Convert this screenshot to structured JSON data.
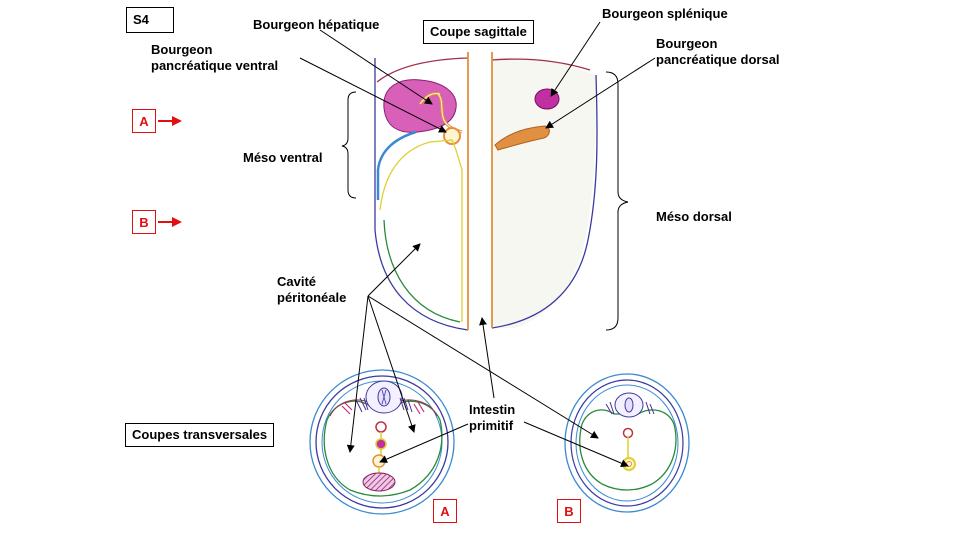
{
  "slide_tag": "S4",
  "title_sagittal": "Coupe sagittale",
  "title_transverse": "Coupes transversales",
  "labels": {
    "hepatic_bud": "Bourgeon hépatique",
    "ventral_pancreatic_bud": [
      "Bourgeon",
      "pancréatique ventral"
    ],
    "splenic_bud": "Bourgeon splénique",
    "dorsal_pancreatic_bud": [
      "Bourgeon",
      "pancréatique dorsal"
    ],
    "ventral_meso": "Méso ventral",
    "dorsal_meso": "Méso dorsal",
    "peritoneal_cavity": [
      "Cavité",
      "péritonéale"
    ],
    "primitive_gut": [
      "Intestin",
      "primitif"
    ]
  },
  "markers": {
    "a": "A",
    "b": "B"
  },
  "colors": {
    "outline_blue": "#3a3aa0",
    "dark_red": "#a03050",
    "liver_pink": "#d860b8",
    "orange_bud": "#e09040",
    "yellow_line": "#e0d030",
    "green_line": "#2a8a3a",
    "light_blue": "#3a8ad0",
    "marker_red": "#e01010"
  }
}
